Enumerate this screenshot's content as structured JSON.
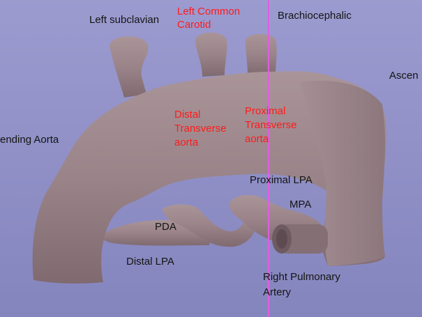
{
  "scene": {
    "name": "3D aortic arch surface model",
    "colors": {
      "background_top": "#9b9bd0",
      "background_bottom": "#8585be",
      "model": "#9a8489",
      "slice_line": "#e05ee0",
      "label_black": "#141414",
      "label_red": "#ff1a1a"
    }
  },
  "labels": {
    "left_subclavian": "Left subclavian",
    "left_common_carotid": "Left Common\nCarotid",
    "brachiocephalic": "Brachiocephalic",
    "ascending": "Ascen",
    "descending_aorta": "ending Aorta",
    "distal_transverse": "Distal\nTransverse\naorta",
    "proximal_transverse": "Proximal\nTransverse\naorta",
    "proximal_lpa": "Proximal LPA",
    "mpa": "MPA",
    "pda": "PDA",
    "distal_lpa": "Distal LPA",
    "right_pulmonary_artery": "Right Pulmonary\nArtery"
  }
}
